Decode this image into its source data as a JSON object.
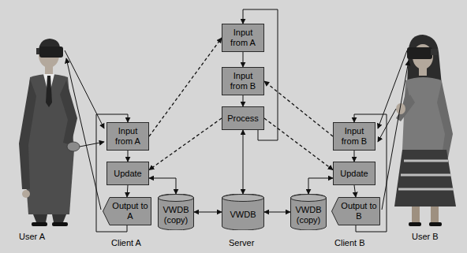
{
  "diagram": {
    "nodes": [
      {
        "text": [
          "Input from A"
        ]
      },
      {
        "text": [
          "Update"
        ]
      },
      {
        "text": [
          "Output to A"
        ]
      },
      {
        "text": [
          "VWDB (copy)"
        ]
      },
      {
        "text": [
          "Input from A"
        ]
      },
      {
        "text": [
          "Input from B"
        ]
      },
      {
        "text": [
          "Process"
        ]
      },
      {
        "text": [
          "VWDB"
        ]
      },
      {
        "text": [
          "VWDB (copy)"
        ]
      },
      {
        "text": [
          "Input from B"
        ]
      },
      {
        "text": [
          "Update"
        ]
      },
      {
        "text": [
          "Output to B"
        ]
      }
    ],
    "edges": [
      {
        "from": 0,
        "to": 1,
        "arrow": "to"
      },
      {
        "from": 1,
        "to": 2,
        "arrow": "to"
      },
      {
        "from": 2,
        "to": 0,
        "arrow": "to"
      },
      {
        "from": 1,
        "to": 3,
        "arrow": "both"
      },
      {
        "from": 0,
        "to": 4,
        "arrow": "to"
      },
      {
        "from": 4,
        "to": 5,
        "arrow": "to"
      },
      {
        "from": 5,
        "to": 6,
        "arrow": "to"
      },
      {
        "from": 6,
        "to": 4,
        "arrow": "to"
      },
      {
        "from": 6,
        "to": 1,
        "arrow": "to"
      },
      {
        "from": 6,
        "to": 10,
        "arrow": "to"
      },
      {
        "from": 9,
        "to": 5,
        "arrow": "to"
      },
      {
        "from": 6,
        "to": 7,
        "arrow": "both"
      },
      {
        "from": 7,
        "to": 3,
        "arrow": "both"
      },
      {
        "from": 7,
        "to": 8,
        "arrow": "both"
      },
      {
        "from": 9,
        "to": 10,
        "arrow": "to"
      },
      {
        "from": 10,
        "to": 11,
        "arrow": "to"
      },
      {
        "from": 11,
        "to": 9,
        "arrow": "to"
      },
      {
        "from": 10,
        "to": 8,
        "arrow": "both"
      }
    ],
    "labels": [
      "User A",
      "Client A",
      "Server",
      "Client B",
      "User B"
    ]
  }
}
